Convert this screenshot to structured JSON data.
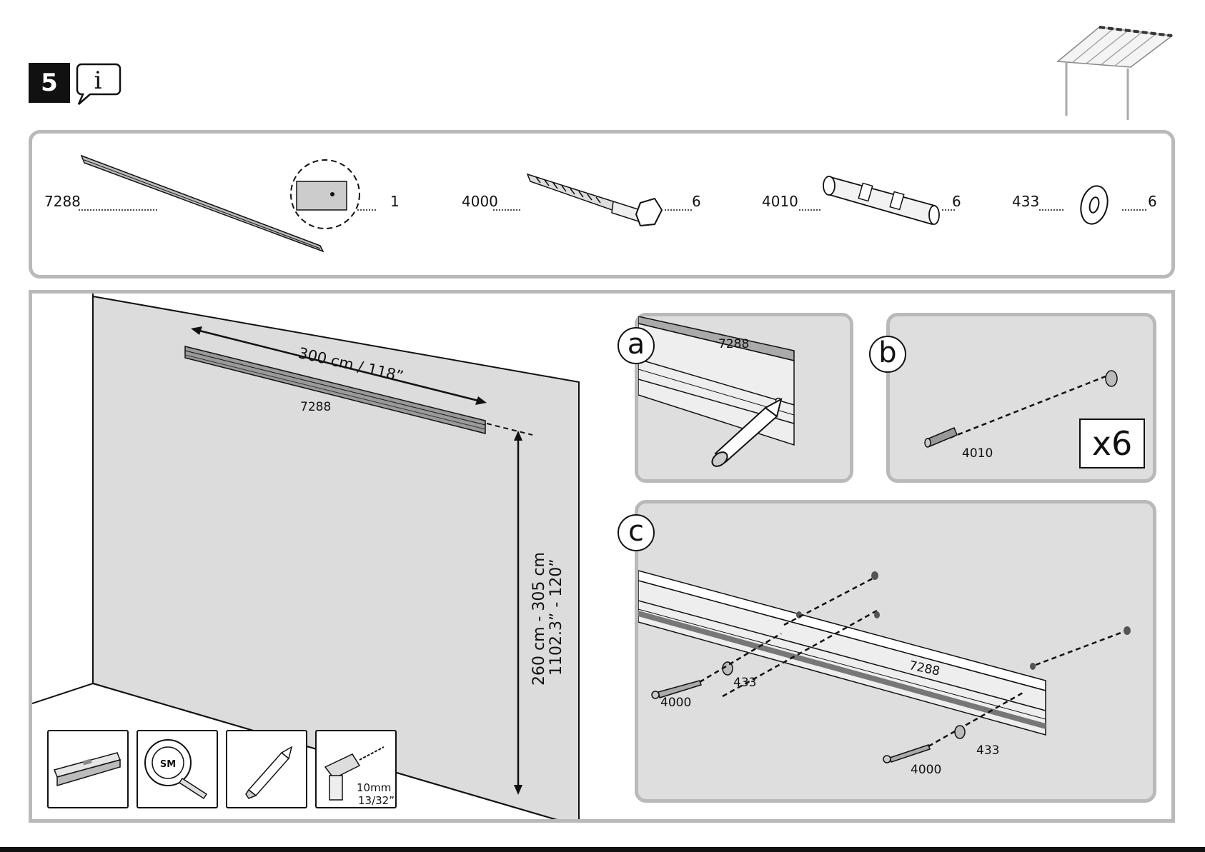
{
  "step": {
    "number": "5",
    "info_icon": "i"
  },
  "parts": [
    {
      "code": "7288",
      "qty": "1"
    },
    {
      "code": "4000",
      "qty": "6"
    },
    {
      "code": "4010",
      "qty": "6"
    },
    {
      "code": "433",
      "qty": "6"
    }
  ],
  "main": {
    "length_label": "300 cm / 118”",
    "part_label": "7288",
    "height_cm": "260 cm - 305 cm",
    "height_in": "1102.3” - 120”"
  },
  "tools": [
    {
      "icon": "spirit-level-icon"
    },
    {
      "icon": "tape-measure-icon",
      "text": "SM"
    },
    {
      "icon": "pencil-icon"
    },
    {
      "icon": "drill-icon",
      "text_mm": "10mm",
      "text_in": "13/32”"
    }
  ],
  "detail_a": {
    "letter": "a",
    "part_label": "7288"
  },
  "detail_b": {
    "letter": "b",
    "part_label": "4010",
    "multiplier": "x6"
  },
  "detail_c": {
    "letter": "c",
    "part_label": "7288",
    "washer_label_1": "433",
    "screw_label_1": "4000",
    "washer_label_2": "433",
    "screw_label_2": "4000"
  }
}
